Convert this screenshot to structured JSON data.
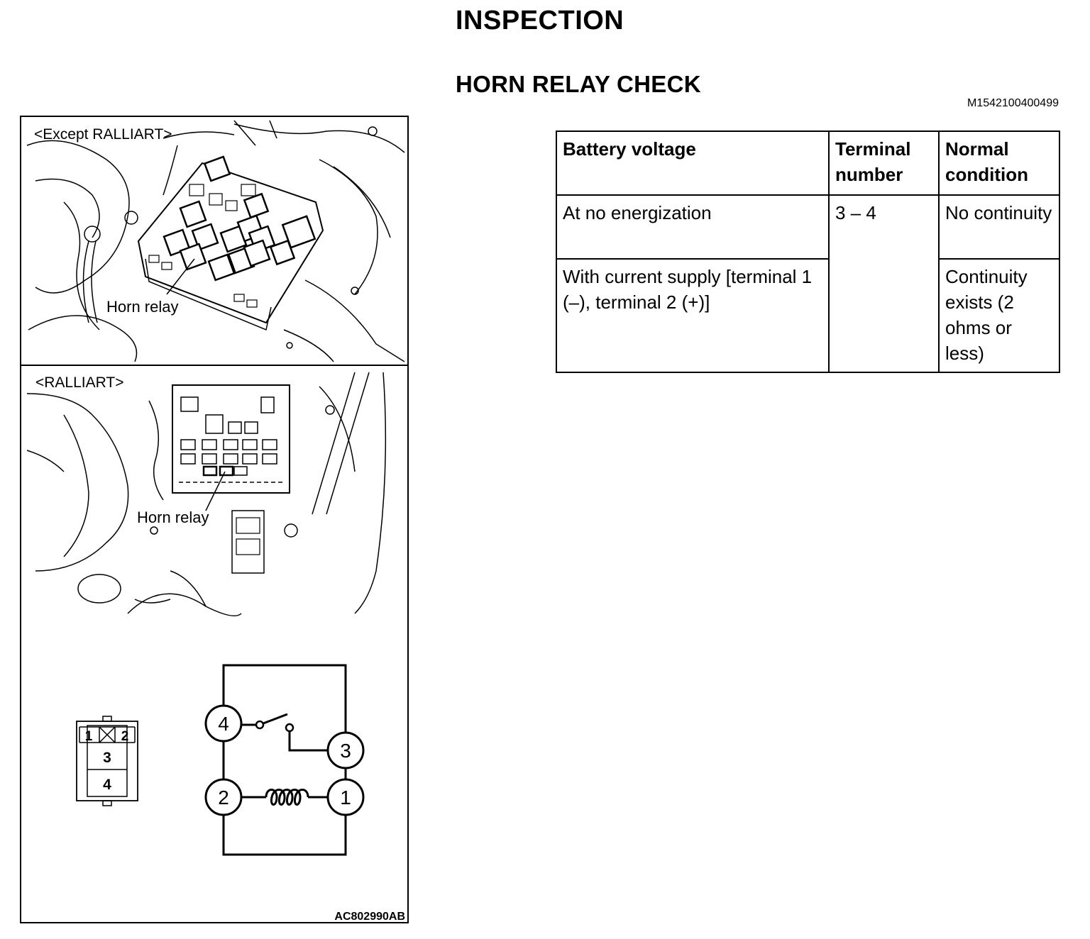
{
  "header": {
    "title": "INSPECTION",
    "subtitle": "HORN RELAY CHECK",
    "doc_id": "M1542100400499"
  },
  "table": {
    "headers": [
      "Battery voltage",
      "Terminal number",
      "Normal condition"
    ],
    "rows": [
      {
        "battery": "At no energization",
        "terminal": "3 – 4",
        "condition": "No continuity"
      },
      {
        "battery": "With current supply [terminal 1 (–), terminal 2 (+)]",
        "condition": "Continuity exists (2 ohms or less)"
      }
    ]
  },
  "figure": {
    "panel_top_label": "<Except RALLIART>",
    "panel_top_callout": "Horn relay",
    "panel_mid_label": "<RALLIART>",
    "panel_mid_callout": "Horn relay",
    "connector_pins": [
      "1",
      "2",
      "3",
      "4"
    ],
    "circuit_terminals": [
      "4",
      "3",
      "2",
      "1"
    ],
    "figure_code": "AC802990AB"
  }
}
